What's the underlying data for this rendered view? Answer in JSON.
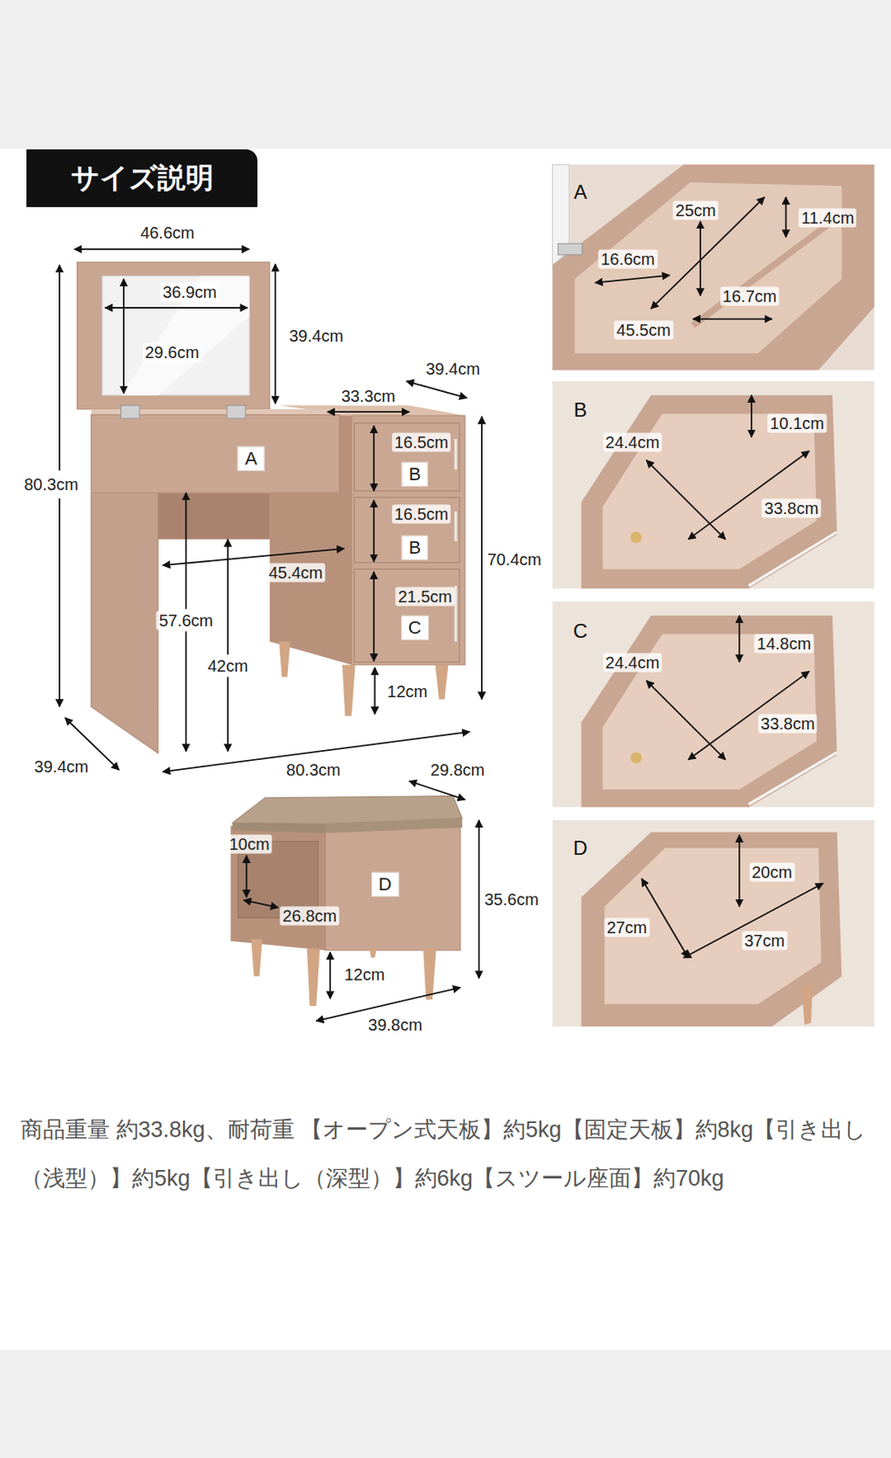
{
  "diagram": {
    "title": "サイズ説明",
    "caption": "商品重量 約33.8kg、耐荷重 【オープン式天板】約5kg【固定天板】約8kg【引き出し（浅型）】約5kg【引き出し（深型）】約6kg【スツール座面】約70kg",
    "nodes": [
      {
        "text": [
          "A"
        ]
      },
      {
        "text": [
          "B"
        ]
      },
      {
        "text": [
          "B"
        ]
      },
      {
        "text": [
          "C"
        ]
      },
      {
        "text": [
          "D"
        ]
      },
      {
        "text": [
          "A",
          "25cm",
          "11.4cm",
          "16.6cm",
          "16.7cm",
          "45.5cm"
        ]
      },
      {
        "text": [
          "B",
          "10.1cm",
          "24.4cm",
          "33.8cm"
        ]
      },
      {
        "text": [
          "C",
          "14.8cm",
          "24.4cm",
          "33.8cm"
        ]
      },
      {
        "text": [
          "D",
          "20cm",
          "27cm",
          "37cm"
        ]
      }
    ],
    "labels": [
      "46.6cm",
      "36.9cm",
      "29.6cm",
      "39.4cm",
      "39.4cm",
      "33.3cm",
      "80.3cm",
      "16.5cm",
      "16.5cm",
      "45.4cm",
      "70.4cm",
      "21.5cm",
      "57.6cm",
      "42cm",
      "12cm",
      "39.4cm",
      "80.3cm",
      "29.8cm",
      "10cm",
      "26.8cm",
      "35.6cm",
      "12cm",
      "39.8cm"
    ]
  }
}
